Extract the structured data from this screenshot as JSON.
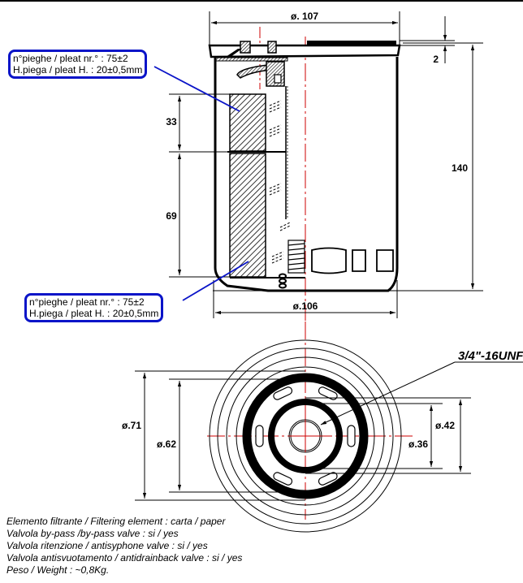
{
  "title": "Oil filter technical drawing",
  "colors": {
    "outline": "#000000",
    "centerline": "#cc0000",
    "callout_border": "#0a14c8",
    "leader": "#0a14c8"
  },
  "side_view": {
    "dimensions": {
      "top_diameter": "ø. 107",
      "bottom_diameter": "ø.106",
      "rim_height": "2",
      "total_height": "140",
      "upper_media_height": "33",
      "lower_media_height": "69"
    },
    "callouts": [
      {
        "line1": "n°pieghe / pleat nr.° : 75±2",
        "line2": "H.piega / pleat H. : 20±0,5mm"
      },
      {
        "line1": "n°pieghe / pleat nr.° : 75±2",
        "line2": "H.piega / pleat H. : 20±0,5mm"
      }
    ]
  },
  "bottom_view": {
    "thread_label": "3/4\"-16UNF",
    "dimensions": {
      "outer_gasket_diameter": "ø.71",
      "inner_gasket_diameter": "ø.62",
      "outer_seal_diameter": "ø.42",
      "inner_seal_diameter": "ø.36"
    }
  },
  "notes": [
    "Elemento filtrante / Filtering element : carta / paper",
    "Valvola by-pass /by-pass valve : si / yes",
    "Valvola ritenzione / antisyphone valve : si / yes",
    "Valvola antisvuotamento / antidrainback valve : si / yes",
    "Peso / Weight : ~0,8Kg."
  ]
}
